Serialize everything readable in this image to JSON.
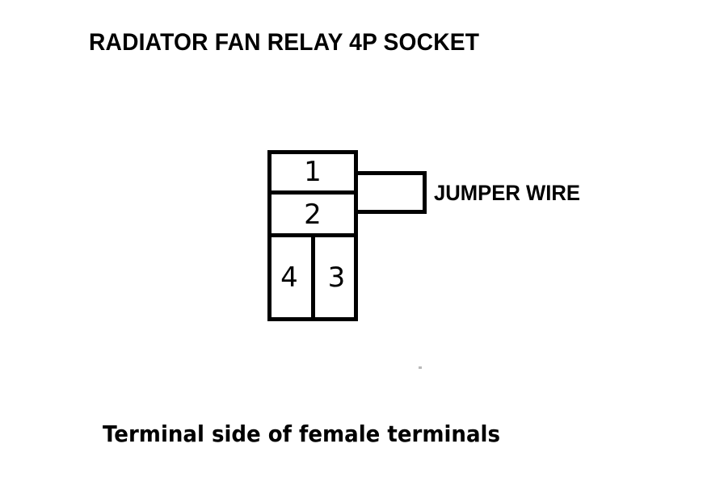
{
  "diagram": {
    "title": "RADIATOR FAN RELAY 4P SOCKET",
    "caption": "Terminal side of female terminals",
    "jumper_label": "JUMPER WIRE",
    "line_color": "#000000",
    "background_color": "#ffffff",
    "socket": {
      "type": "4P relay socket",
      "terminals": [
        {
          "number": "1",
          "position": "top-row-full-width"
        },
        {
          "number": "2",
          "position": "second-row-full-width"
        },
        {
          "number": "4",
          "position": "bottom-left-half"
        },
        {
          "number": "3",
          "position": "bottom-right-half"
        }
      ]
    },
    "jumper": {
      "connects": "terminal 1 to terminal 2",
      "shape": "open-left rectangle extending right from socket"
    }
  }
}
